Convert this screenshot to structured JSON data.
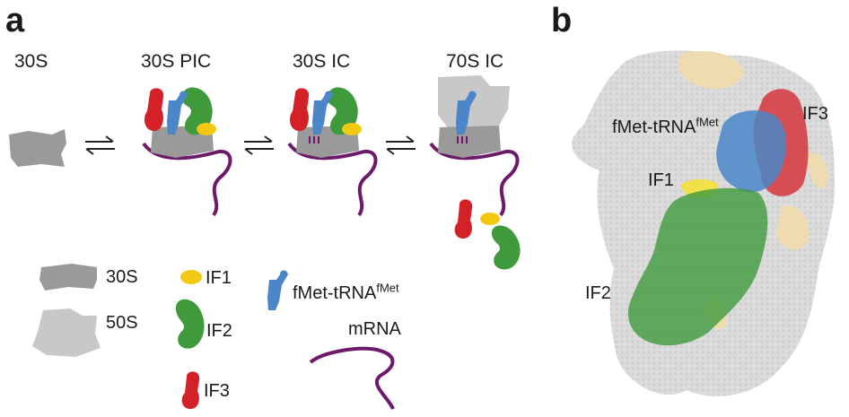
{
  "panels": {
    "a": "a",
    "b": "b"
  },
  "stages": [
    "30S",
    "30S PIC",
    "30S IC",
    "70S IC"
  ],
  "legend": {
    "s30": "30S",
    "s50": "50S",
    "if1": "IF1",
    "if2": "IF2",
    "if3": "IF3",
    "trna_main": "fMet-tRNA",
    "trna_sup": "fMet",
    "mrna": "mRNA"
  },
  "structure_labels": {
    "trna_main": "fMet-tRNA",
    "trna_sup": "fMet",
    "if1": "IF1",
    "if2": "IF2",
    "if3": "IF3"
  },
  "colors": {
    "s30": "#9a9a9a",
    "s50": "#c8c8c8",
    "if1": "#f2c811",
    "if2": "#3f9a3c",
    "if3": "#d42027",
    "trna": "#4a86c8",
    "mrna": "#6e1a6b",
    "surface_grey": "#dcdcdc",
    "surface_tan": "#eedcb0"
  }
}
